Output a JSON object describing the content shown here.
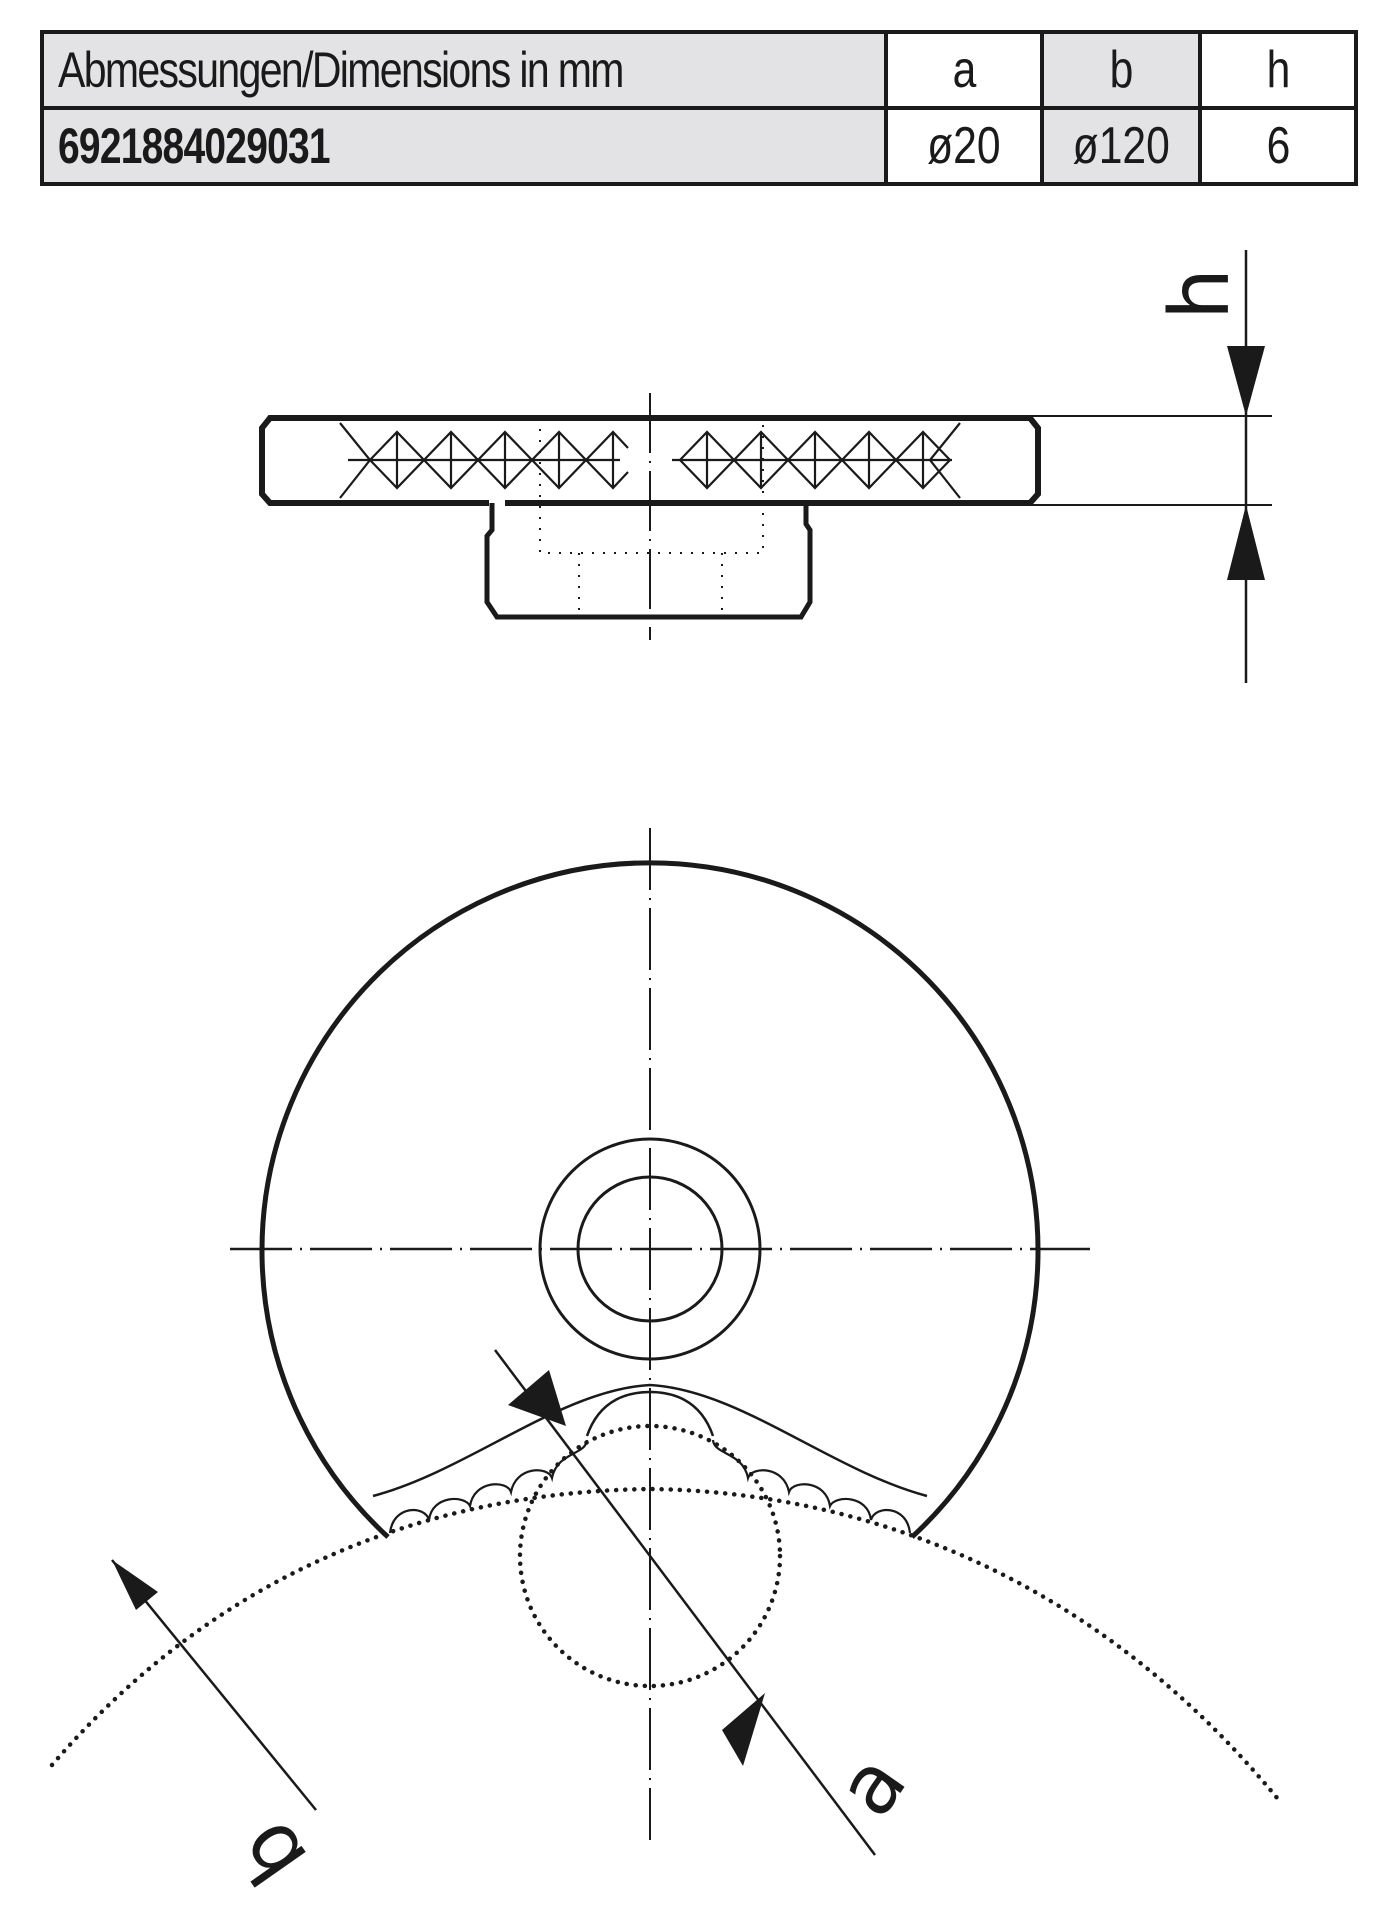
{
  "table": {
    "header": {
      "label": "Abmessungen/Dimensions in mm",
      "columns": [
        "a",
        "b",
        "h"
      ]
    },
    "row": {
      "article_number": "6921884029031",
      "values": [
        "ø20",
        "ø120",
        "6"
      ]
    }
  },
  "drawing": {
    "side_view": {
      "dimension_label": "h"
    },
    "front_view": {
      "dimension_labels": {
        "inner_diameter": "a",
        "outer_diameter": "b"
      }
    }
  },
  "colors": {
    "line": "#1a1a1a",
    "table_grey": "#e3e3e5",
    "background": "#ffffff"
  }
}
